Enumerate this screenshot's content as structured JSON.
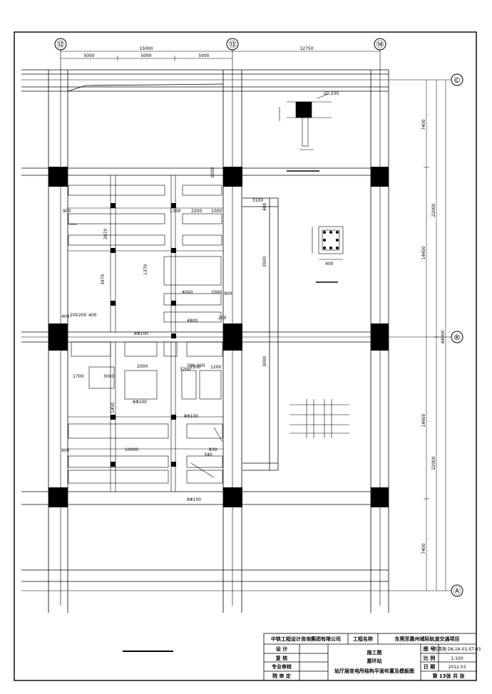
{
  "grid_axes": {
    "cols": [
      "⑫",
      "⑬",
      "⑭"
    ],
    "rows": [
      "©",
      "®",
      "Ⓐ"
    ]
  },
  "dims": {
    "top": [
      "15000",
      "12750",
      "5000",
      "5000",
      "5000"
    ],
    "right": [
      "7400",
      "22000",
      "14600",
      "44000",
      "14600",
      "22000",
      "7400"
    ],
    "plan": [
      "900",
      "1300",
      "2200",
      "400",
      "200",
      "200",
      "400",
      "1700",
      "3000",
      "300",
      "500",
      "3200",
      "1000",
      "1200",
      "10000",
      "830",
      "340",
      "3100",
      "400",
      "3500",
      "3000",
      "1000",
      "900",
      "4800",
      "200",
      "1500",
      "2000",
      "4000",
      "1450",
      "2070",
      "1370",
      "3970",
      "900",
      "1000"
    ],
    "rebar": [
      "8Φ100",
      "8Φ100",
      "8Φ100",
      "8Φ100"
    ],
    "detail": [
      "-10.230",
      "400"
    ]
  },
  "title_block": {
    "company": "中铁工程设计咨询集团有限公司",
    "proj_label": "工程名称",
    "proj_name": "东莞至惠州城际轨道交通项目",
    "role_design": "设  计",
    "role_check": "复  核",
    "role_review": "专业审核",
    "role_approve": "院 审 定",
    "mid_line1": "施工图",
    "mid_line2": "惠环站",
    "mid_line3": "站厅层变电所结构平面布置及模板图",
    "k_drawno": "图 号",
    "v_drawno": "莞惠施 DK-16-01-ST-03",
    "k_scale": "比 例",
    "v_scale": "1:100",
    "k_date": "日 期",
    "v_date": "2012.03",
    "sheet": "第 13张 共  张"
  }
}
